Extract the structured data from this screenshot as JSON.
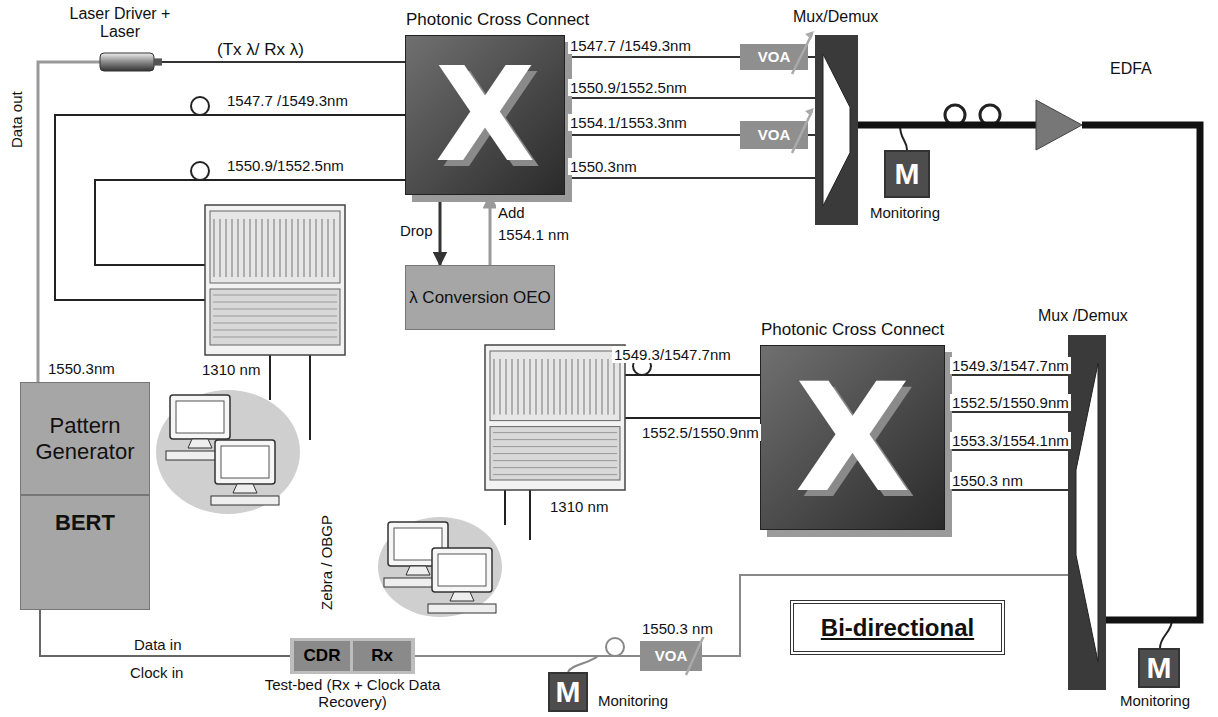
{
  "diagram": {
    "nodes": [
      {
        "text": [
          "Laser Driver + Laser"
        ]
      },
      {
        "text": [
          "Photonic Cross Connect",
          "X"
        ]
      },
      {
        "text": [
          "Mux/Demux"
        ]
      },
      {
        "text": [
          "VOA"
        ]
      },
      {
        "text": [
          "VOA"
        ]
      },
      {
        "text": [
          "EDFA"
        ]
      },
      {
        "text": [
          "M",
          "Monitoring"
        ]
      },
      {
        "text": [
          "λ Conversion OEO"
        ]
      },
      {
        "text": [
          "Pattern Generator"
        ]
      },
      {
        "text": [
          "BERT"
        ]
      },
      {
        "text": [
          "Photonic Cross Connect",
          "X"
        ]
      },
      {
        "text": [
          "Mux /Demux"
        ]
      },
      {
        "text": [
          "M",
          "Monitoring"
        ]
      },
      {
        "text": [
          "Bi-directional"
        ]
      },
      {
        "text": [
          "Test-bed (Rx + Clock Data Recovery)"
        ]
      },
      {
        "text": [
          "CDR"
        ],
        "in": 14
      },
      {
        "text": [
          "Rx"
        ],
        "in": 14
      },
      {
        "text": [
          "M",
          "Monitoring"
        ]
      },
      {
        "text": [
          "VOA"
        ]
      }
    ],
    "edges": [
      {
        "from": 8,
        "to": 0,
        "label": "Data out",
        "arrow": "none"
      },
      {
        "from": 0,
        "to": 1,
        "label": "(Tx λ/ Rx λ)",
        "arrow": "none"
      },
      {
        "from": 1,
        "to": 3,
        "label": "1547.7 /1549.3nm",
        "arrow": "none"
      },
      {
        "from": 3,
        "to": 2,
        "arrow": "none"
      },
      {
        "from": 1,
        "to": 2,
        "label": "1550.9/1552.5nm",
        "arrow": "none"
      },
      {
        "from": 1,
        "to": 4,
        "label": "1554.1/1553.3nm",
        "arrow": "none"
      },
      {
        "from": 4,
        "to": 2,
        "arrow": "none"
      },
      {
        "from": 1,
        "to": 2,
        "label": "1550.3nm",
        "arrow": "none"
      },
      {
        "from": 1,
        "to": 7,
        "label": "Drop",
        "arrow": "to"
      },
      {
        "from": 7,
        "to": 1,
        "label": "Add",
        "arrow": "to"
      },
      {
        "from": 2,
        "to": 5,
        "arrow": "none"
      },
      {
        "from": 5,
        "to": 11,
        "arrow": "none"
      },
      {
        "from": 11,
        "to": 10,
        "label": "1549.3/1547.7nm",
        "arrow": "none"
      },
      {
        "from": 11,
        "to": 10,
        "label": "1552.5/1550.9nm",
        "arrow": "none"
      },
      {
        "from": 11,
        "to": 10,
        "label": "1553.3/1554.1nm",
        "arrow": "none"
      },
      {
        "from": 11,
        "to": 10,
        "label": "1550.3 nm",
        "arrow": "none"
      },
      {
        "from": 11,
        "to": 18,
        "arrow": "none"
      },
      {
        "from": 18,
        "to": 16,
        "arrow": "none"
      },
      {
        "from": 15,
        "to": 9,
        "label": "Data in",
        "arrow": "none"
      }
    ],
    "labels": [
      "1554.1 nm",
      "1550.3nm",
      "1547.7 /1549.3nm",
      "1550.9/1552.5nm",
      "1310 nm",
      "Zebra / OBGP",
      "1549.3/1547.7nm",
      "1552.5/1550.9nm",
      "1310 nm",
      "1550.3 nm",
      "Clock in"
    ]
  }
}
